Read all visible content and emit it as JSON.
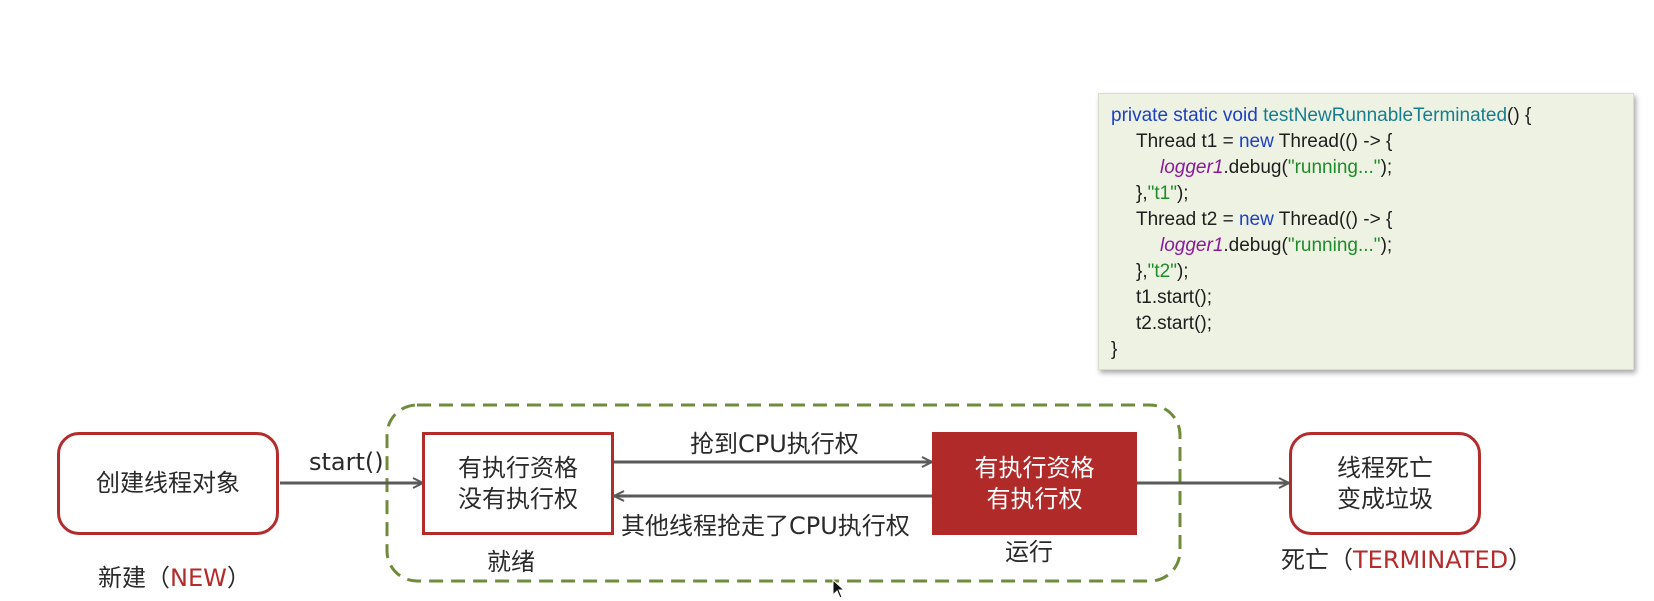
{
  "colors": {
    "accent": "#b32b2b",
    "filled_box": "#b02a2a",
    "dashed_group": "#6f8c3a",
    "arrow": "#5a5a5a",
    "code_bg": "#eef2e3"
  },
  "code": {
    "line1": {
      "kw": "private static void ",
      "fn": "testNewRunnableTerminated",
      "rest": "() {"
    },
    "line2": {
      "a": "Thread t1 = ",
      "kw": "new",
      "b": " Thread(() -> {"
    },
    "line3": {
      "fld": "logger1",
      "a": ".debug(",
      "str": "\"running...\"",
      "b": ");"
    },
    "line4": {
      "a": "},",
      "str": "\"t1\"",
      "b": ");"
    },
    "line5": {
      "a": "Thread t2 = ",
      "kw": "new",
      "b": " Thread(() -> {"
    },
    "line6": {
      "fld": "logger1",
      "a": ".debug(",
      "str": "\"running...\"",
      "b": ");"
    },
    "line7": {
      "a": "},",
      "str": "\"t2\"",
      "b": ");"
    },
    "line8": "t1.start();",
    "line9": "t2.start();",
    "line10": "}"
  },
  "diagram": {
    "new_box": "创建线程对象",
    "start_label": "start()",
    "ready_box": [
      "有执行资格",
      "没有执行权"
    ],
    "running_box": [
      "有执行资格",
      "有执行权"
    ],
    "grab_cpu_label": "抢到CPU执行权",
    "lose_cpu_label": "其他线程抢走了CPU执行权",
    "dead_box": [
      "线程死亡",
      "变成垃圾"
    ],
    "ready_caption": "就绪",
    "running_caption": "运行",
    "new_caption": {
      "prefix": "新建（",
      "state": "NEW",
      "suffix": "）"
    },
    "dead_caption": {
      "prefix": "死亡（",
      "state": "TERMINATED",
      "suffix": "）"
    }
  }
}
